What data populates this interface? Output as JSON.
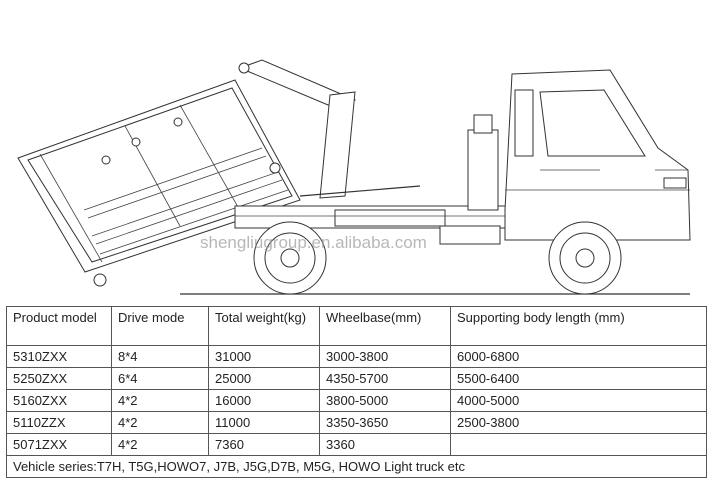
{
  "watermark": "shengliugroup.en.alibaba.com",
  "table": {
    "headers": [
      "Product model",
      "Drive mode",
      "Total weight(kg)",
      "Wheelbase(mm)",
      "Supporting body length (mm)"
    ],
    "rows": [
      [
        "5310ZXX",
        "8*4",
        "31000",
        "3000-3800",
        "6000-6800"
      ],
      [
        "5250ZXX",
        "6*4",
        "25000",
        "4350-5700",
        "5500-6400"
      ],
      [
        "5160ZXX",
        "4*2",
        "16000",
        "3800-5000",
        "4000-5000"
      ],
      [
        "5110ZZX",
        "4*2",
        "11000",
        "3350-3650",
        "2500-3800"
      ],
      [
        "5071ZXX",
        "4*2",
        "7360",
        "3360",
        ""
      ]
    ],
    "footer": "Vehicle series:T7H, T5G,HOWO7, J7B, J5G,D7B, M5G, HOWO Light truck etc"
  }
}
